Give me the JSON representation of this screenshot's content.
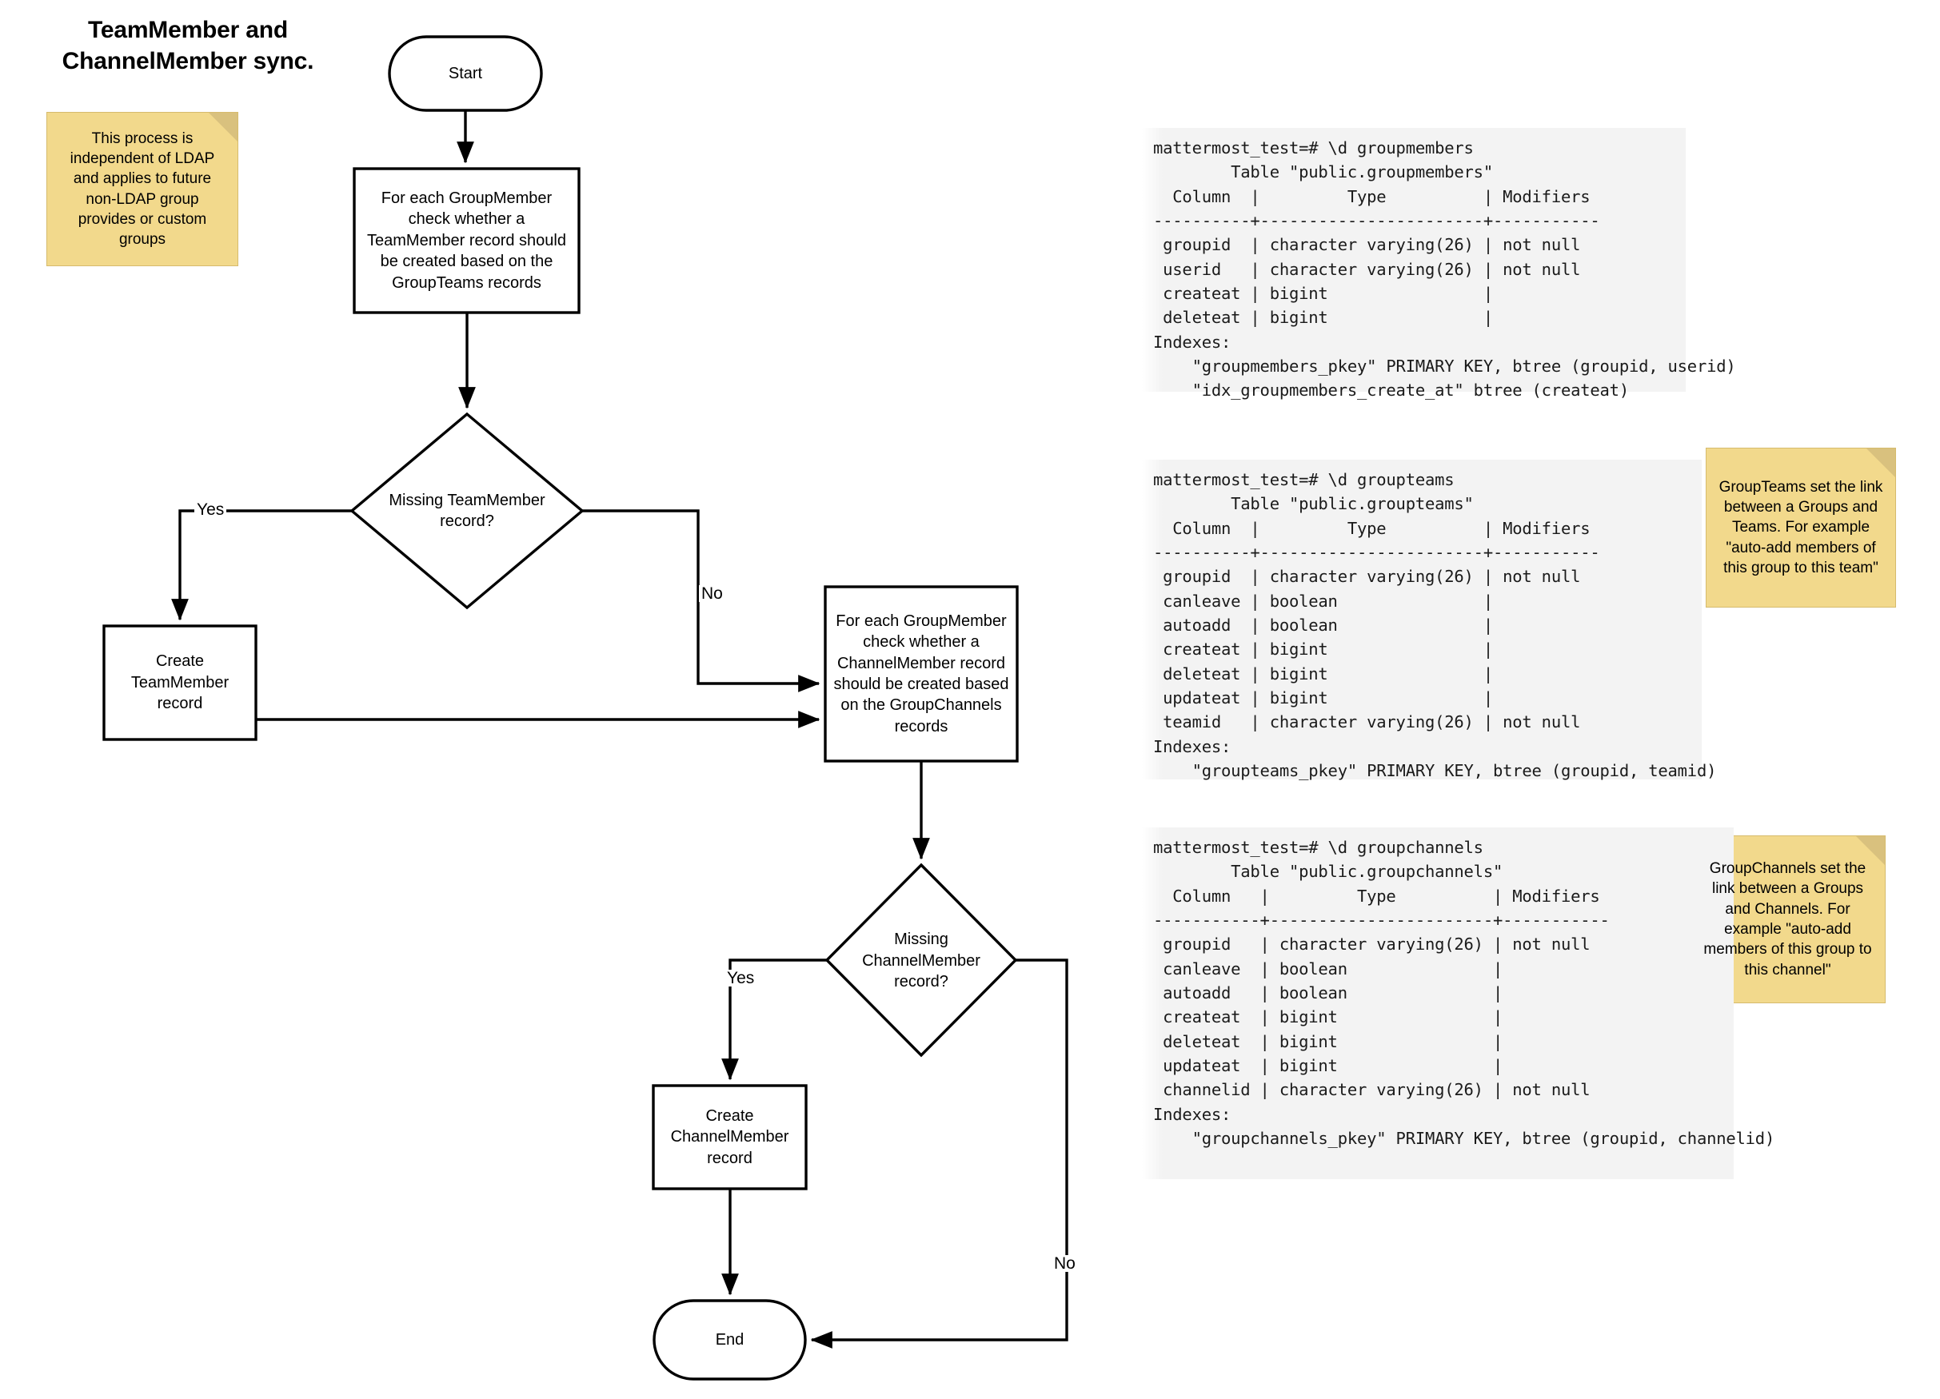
{
  "title": "TeamMember and\nChannelMember sync.",
  "flowchart": {
    "nodes": {
      "start": {
        "label": "Start",
        "shape": "terminator"
      },
      "check_team": {
        "label": "For each GroupMember check whether a TeamMember record should be created based on the GroupTeams records",
        "shape": "process"
      },
      "missing_team": {
        "label": "Missing TeamMember record?",
        "shape": "decision"
      },
      "create_team": {
        "label": "Create TeamMember record",
        "shape": "process"
      },
      "check_channel": {
        "label": "For each GroupMember check whether a ChannelMember record should be created based on the GroupChannels records",
        "shape": "process"
      },
      "missing_channel": {
        "label": "Missing ChannelMember record?",
        "shape": "decision"
      },
      "create_channel": {
        "label": "Create ChannelMember record",
        "shape": "process"
      },
      "end": {
        "label": "End",
        "shape": "terminator"
      }
    },
    "edge_labels": {
      "team_yes": "Yes",
      "team_no": "No",
      "channel_yes": "Yes",
      "channel_no": "No"
    }
  },
  "notes": [
    {
      "id": "note-ldap",
      "text": "This process is independent of LDAP and applies to future non-LDAP group provides or custom groups"
    },
    {
      "id": "note-groupteams",
      "text": "GroupTeams set the link between a Groups and Teams. For example \"auto-add members of this group to this team\""
    },
    {
      "id": "note-groupchannels",
      "text": "GroupChannels set the link between a Groups and Channels. For example \"auto-add members of this group to this channel\""
    }
  ],
  "terminal_blocks": [
    {
      "id": "groupmembers",
      "text": "mattermost_test=# \\d groupmembers\n        Table \"public.groupmembers\"\n  Column  |         Type          | Modifiers\n----------+-----------------------+-----------\n groupid  | character varying(26) | not null\n userid   | character varying(26) | not null\n createat | bigint                |\n deleteat | bigint                |\nIndexes:\n    \"groupmembers_pkey\" PRIMARY KEY, btree (groupid, userid)\n    \"idx_groupmembers_create_at\" btree (createat)"
    },
    {
      "id": "groupteams",
      "text": "mattermost_test=# \\d groupteams\n        Table \"public.groupteams\"\n  Column  |         Type          | Modifiers\n----------+-----------------------+-----------\n groupid  | character varying(26) | not null\n canleave | boolean               |\n autoadd  | boolean               |\n createat | bigint                |\n deleteat | bigint                |\n updateat | bigint                |\n teamid   | character varying(26) | not null\nIndexes:\n    \"groupteams_pkey\" PRIMARY KEY, btree (groupid, teamid)"
    },
    {
      "id": "groupchannels",
      "text": "mattermost_test=# \\d groupchannels\n        Table \"public.groupchannels\"\n  Column   |         Type          | Modifiers\n-----------+-----------------------+-----------\n groupid   | character varying(26) | not null\n canleave  | boolean               |\n autoadd   | boolean               |\n createat  | bigint                |\n deleteat  | bigint                |\n updateat  | bigint                |\n channelid | character varying(26) | not null\nIndexes:\n    \"groupchannels_pkey\" PRIMARY KEY, btree (groupid, channelid)"
    }
  ],
  "colors": {
    "sticky_fill": "#f2d98c",
    "sticky_fold": "#d9c17e",
    "stroke": "#000000",
    "terminal_bg": "#f3f3f3"
  }
}
